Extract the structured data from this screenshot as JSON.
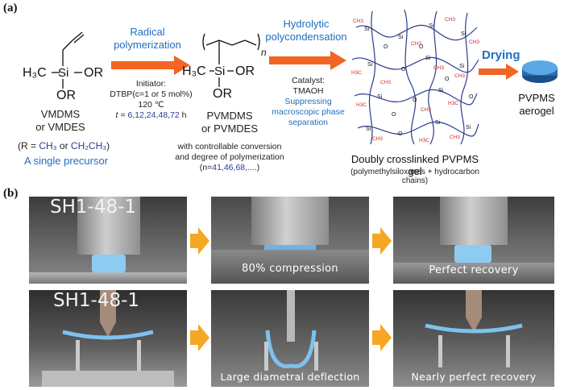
{
  "panel_a": {
    "label": "(a)",
    "step1": {
      "line1": "Radical",
      "line2": "polymerization"
    },
    "step2": {
      "line1": "Hydrolytic",
      "line2": "polycondensation"
    },
    "step3": {
      "label": "Drying"
    },
    "monomer": {
      "name_line1": "VMDMS",
      "name_line2": "or VMDES",
      "r_note_prefix": "(R = ",
      "r_option1": "CH₃",
      "r_or": " or ",
      "r_option2": "CH₂CH₃",
      "r_suffix": ")",
      "caption": "A single precursor",
      "h3c": "H₃C",
      "si": "Si",
      "or1": "OR",
      "or2": "OR"
    },
    "conditions1": {
      "initiator": "Initiator:",
      "dtbp": "DTBP(c=1 or 5 mol%)",
      "temp": "120 ℃",
      "time_prefix": "t = ",
      "time_values": "6,12,24,48,72",
      "time_unit": " h"
    },
    "polymer": {
      "name_line1": "PVMDMS",
      "name_line2": "or PVMDES",
      "note_line1": "with controllable conversion",
      "note_line2": "and degree of polymerization",
      "n_prefix": "(n=",
      "n_values": "41,46,68,....",
      "n_suffix": ")",
      "subscript_n": "n",
      "h3c": "H₃C",
      "si": "Si",
      "or1": "OR",
      "or2": "OR"
    },
    "conditions2": {
      "catalyst": "Catalyst:",
      "tmaoh": "TMAOH",
      "note_line1": "Suppressing",
      "note_line2": "macroscopic phase",
      "note_line3": "separation"
    },
    "gel": {
      "title": "Doubly crosslinked PVPMS gel",
      "subtitle": "(polymethylsiloxanes + hydrocarbon chains)"
    },
    "aerogel": {
      "line1": "PVPMS",
      "line2": "aerogel"
    }
  },
  "panel_b": {
    "label": "(b)",
    "photos": [
      {
        "caption": "SH1-48-1"
      },
      {
        "caption": "80% compression"
      },
      {
        "caption": "Perfect recovery"
      },
      {
        "caption": "SH1-48-1"
      },
      {
        "caption": "Large diametral deflection"
      },
      {
        "caption": "Nearly perfect recovery"
      }
    ]
  },
  "colors": {
    "arrow_orange": "#f26522",
    "chevron_orange": "#f5a623",
    "title_blue": "#1f6fc0",
    "sample_blue": "#5aa9e6",
    "chain_navy": "#2b3a8f",
    "methyl_red": "#d62728"
  }
}
